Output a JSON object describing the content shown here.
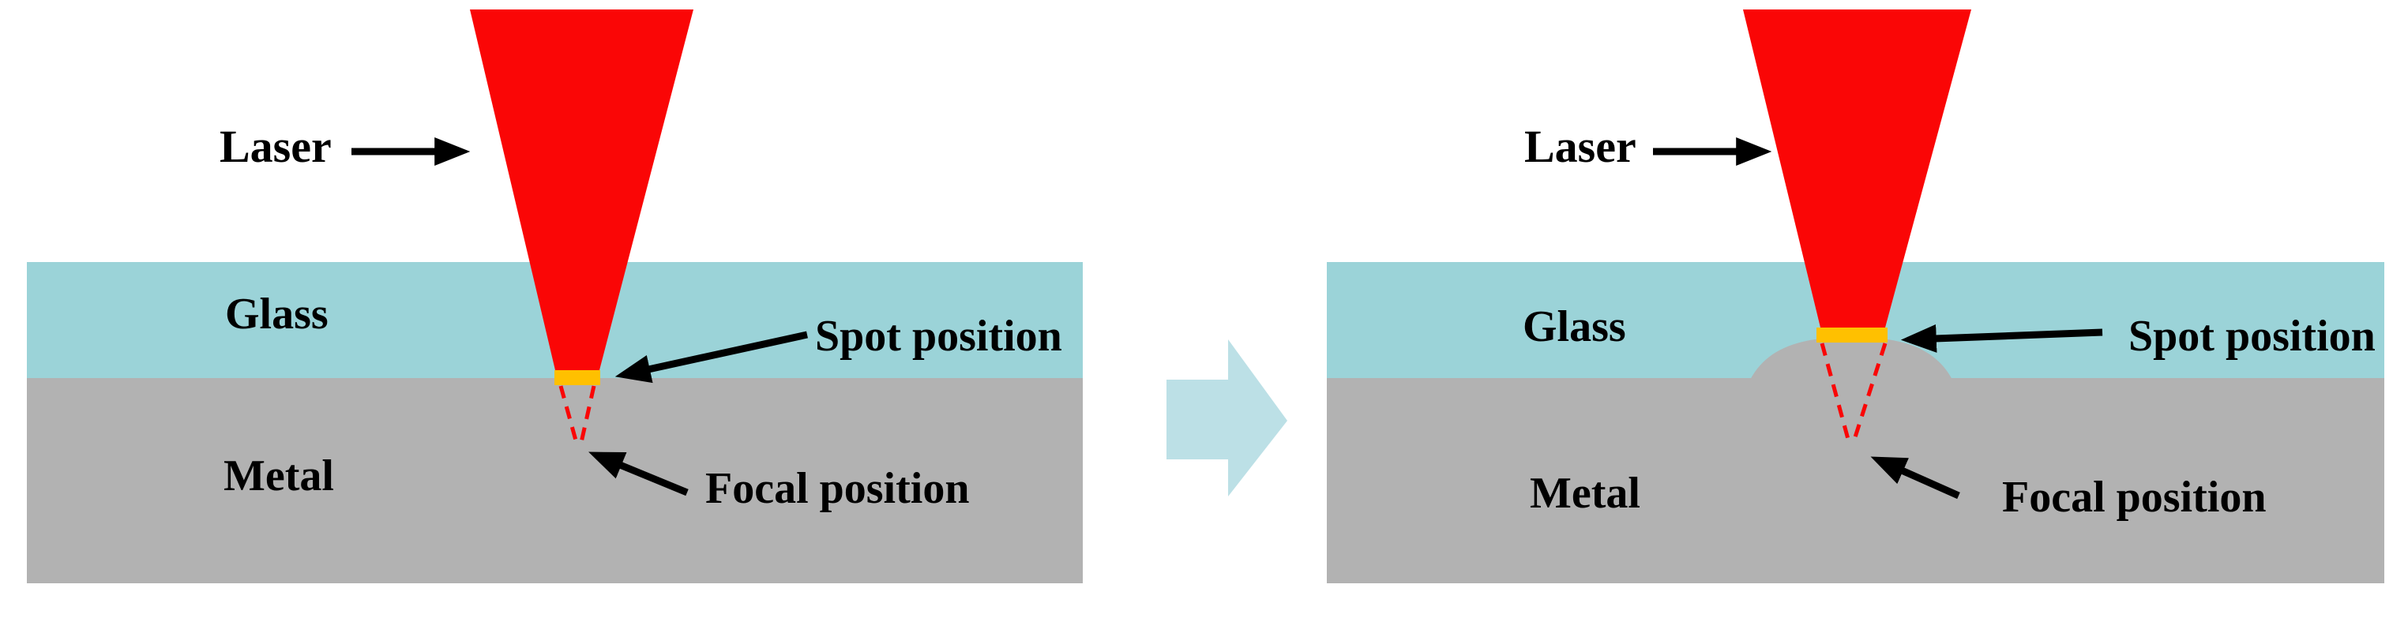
{
  "colors": {
    "glass": "#9BD3D8",
    "metal": "#B2B2B2",
    "laser_beam": "#FA0606",
    "spot": "#FFC000",
    "focal_dash": "#FA0606",
    "annotation": "#000000",
    "transition_arrow": "#BCE0E6",
    "background": "#FFFFFF"
  },
  "panels": {
    "before": {
      "laser_label": "Laser",
      "glass_label": "Glass",
      "metal_label": "Metal",
      "spot_label": "Spot position",
      "focal_label": "Focal position"
    },
    "after": {
      "laser_label": "Laser",
      "glass_label": "Glass",
      "metal_label": "Metal",
      "spot_label": "Spot position",
      "focal_label": "Focal position"
    }
  }
}
